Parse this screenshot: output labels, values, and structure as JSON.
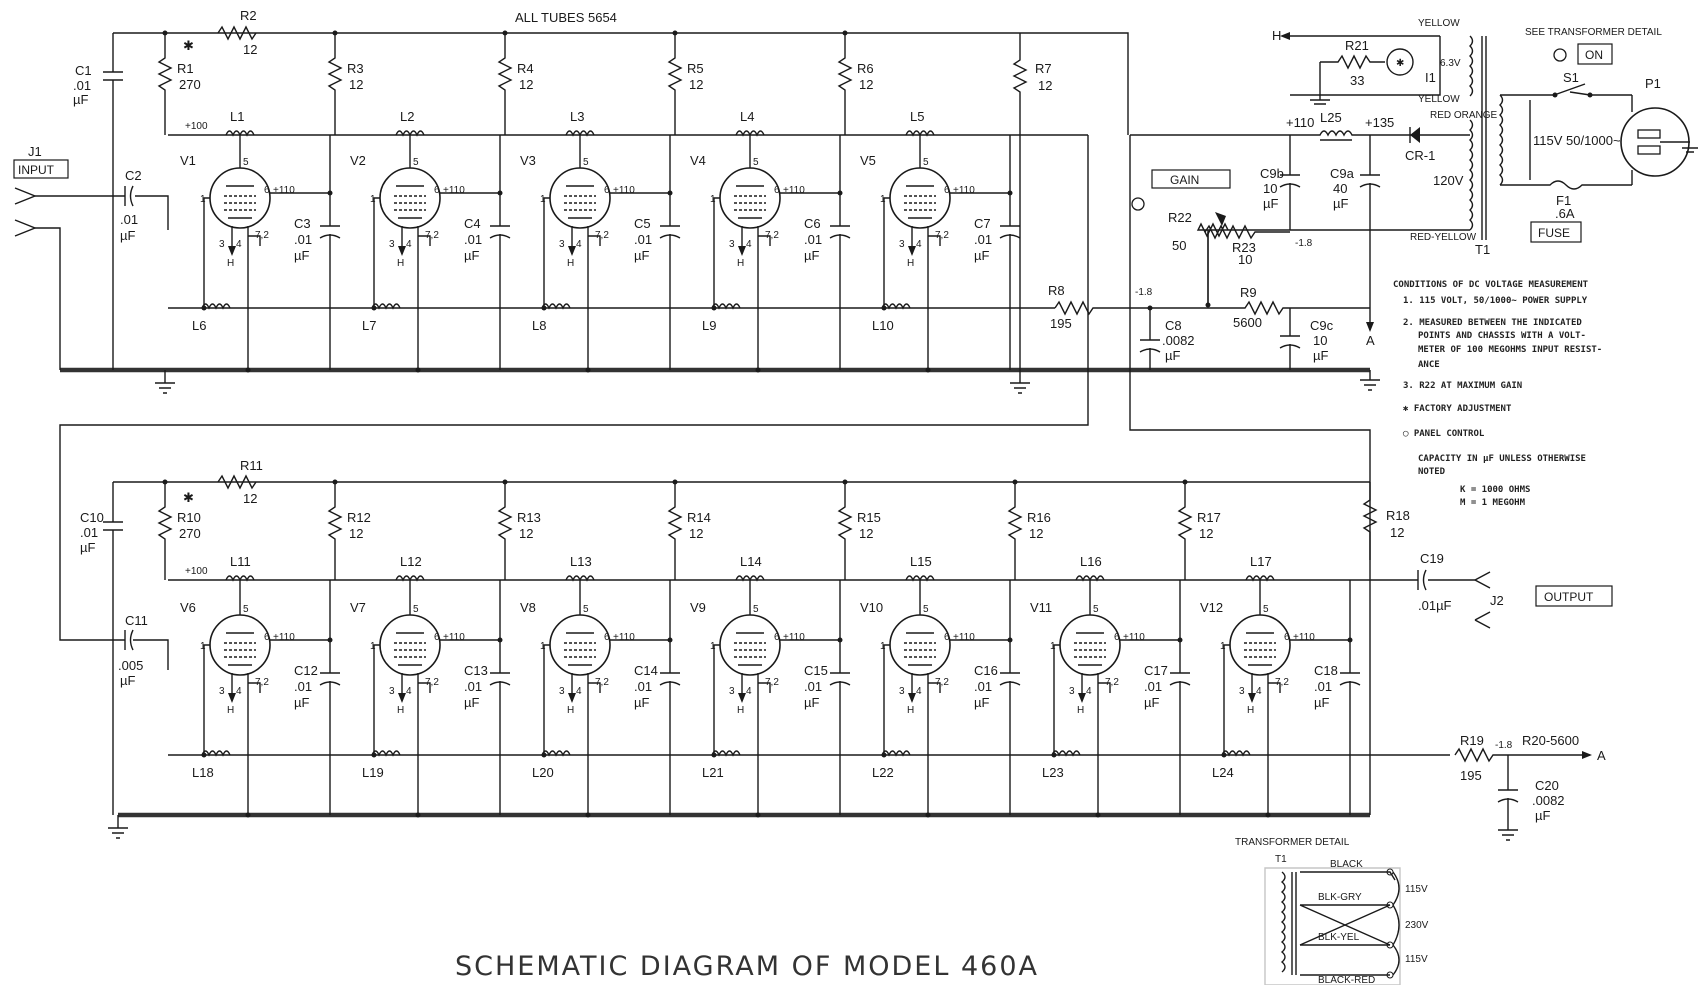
{
  "header": {
    "all_tubes": "ALL TUBES 5654",
    "see_detail": "SEE TRANSFORMER DETAIL",
    "title": "SCHEMATIC  DIAGRAM  OF  MODEL 460A"
  },
  "panel": {
    "input": "INPUT",
    "output": "OUTPUT",
    "gain": "GAIN",
    "on": "ON",
    "fuse": "FUSE"
  },
  "jacks": {
    "j1": "J1",
    "j2": "J2"
  },
  "top_stages": [
    {
      "tube": "V1",
      "plate_r": "R1",
      "plate_v": "270",
      "coil_top": "L1",
      "coil_bot": "L6",
      "cap": "C3",
      "cap_v": ".01",
      "cap_u": "µF"
    },
    {
      "tube": "V2",
      "plate_r": "R3",
      "plate_v": "12",
      "coil_top": "L2",
      "coil_bot": "L7",
      "cap": "C4",
      "cap_v": ".01",
      "cap_u": "µF"
    },
    {
      "tube": "V3",
      "plate_r": "R4",
      "plate_v": "12",
      "coil_top": "L3",
      "coil_bot": "L8",
      "cap": "C5",
      "cap_v": ".01",
      "cap_u": "µF"
    },
    {
      "tube": "V4",
      "plate_r": "R5",
      "plate_v": "12",
      "coil_top": "L4",
      "coil_bot": "L9",
      "cap": "C6",
      "cap_v": ".01",
      "cap_u": "µF"
    },
    {
      "tube": "V5",
      "plate_r": "R6",
      "plate_v": "12",
      "coil_top": "L5",
      "coil_bot": "L10",
      "cap": "C7",
      "cap_v": ".01",
      "cap_u": "µF"
    }
  ],
  "top_extra": {
    "r7": "R7",
    "r7_v": "12",
    "r2": "R2",
    "r2_v": "12",
    "c1": "C1",
    "c1_v": ".01",
    "c1_u": "µF",
    "c2": "C2",
    "c2_v": ".01",
    "c2_u": "µF",
    "r8": "R8",
    "r8_v": "195",
    "c8": "C8",
    "c8_v": ".0082",
    "c8_u": "µF"
  },
  "bottom_stages": [
    {
      "tube": "V6",
      "plate_r": "R10",
      "plate_v": "270",
      "coil_top": "L11",
      "coil_bot": "L18",
      "cap": "C12",
      "cap_v": ".01",
      "cap_u": "µF"
    },
    {
      "tube": "V7",
      "plate_r": "R12",
      "plate_v": "12",
      "coil_top": "L12",
      "coil_bot": "L19",
      "cap": "C13",
      "cap_v": ".01",
      "cap_u": "µF"
    },
    {
      "tube": "V8",
      "plate_r": "R13",
      "plate_v": "12",
      "coil_top": "L13",
      "coil_bot": "L20",
      "cap": "C14",
      "cap_v": ".01",
      "cap_u": "µF"
    },
    {
      "tube": "V9",
      "plate_r": "R14",
      "plate_v": "12",
      "coil_top": "L14",
      "coil_bot": "L21",
      "cap": "C15",
      "cap_v": ".01",
      "cap_u": "µF"
    },
    {
      "tube": "V10",
      "plate_r": "R15",
      "plate_v": "12",
      "coil_top": "L15",
      "coil_bot": "L22",
      "cap": "C16",
      "cap_v": ".01",
      "cap_u": "µF"
    },
    {
      "tube": "V11",
      "plate_r": "R16",
      "plate_v": "12",
      "coil_top": "L16",
      "coil_bot": "L23",
      "cap": "C17",
      "cap_v": ".01",
      "cap_u": "µF"
    },
    {
      "tube": "V12",
      "plate_r": "R17",
      "plate_v": "12",
      "coil_top": "L17",
      "coil_bot": "L24",
      "cap": "C18",
      "cap_v": ".01",
      "cap_u": "µF"
    }
  ],
  "bottom_extra": {
    "r18": "R18",
    "r18_v": "12",
    "r11": "R11",
    "r11_v": "12",
    "c10": "C10",
    "c10_v": ".01",
    "c10_u": "µF",
    "c11": "C11",
    "c11_v": ".005",
    "c11_u": "µF",
    "c19": "C19",
    "c19_v": ".01µF",
    "r19": "R19",
    "r19_v": "195",
    "r20": "R20-5600",
    "c20": "C20",
    "c20_v": ".0082",
    "c20_u": "µF"
  },
  "voltages": {
    "b100": "+100",
    "p110": "+110",
    "p135": "+135",
    "m18": "-1.8",
    "pins_h": "H",
    "pin5": "5",
    "pin6": "6",
    "pin1": "1",
    "pin3": "3",
    "pin4": "4",
    "pin72": "7,2",
    "star": "✱",
    "a": "A"
  },
  "power": {
    "r21": "R21",
    "r21_v": "33",
    "l25": "L25",
    "cr1": "CR-1",
    "i1": "I1",
    "i1_v": "6.3V",
    "yellow": "YELLOW",
    "red_orange": "RED ORANGE",
    "v120": "120V",
    "red_yellow": "RED-YELLOW",
    "t1": "T1",
    "c9a": "C9a",
    "c9a_v": "40",
    "c9b": "C9b",
    "c9b_v": "10",
    "c9c": "C9c",
    "c9c_v": "10",
    "uf": "µF",
    "r22": "R22",
    "r22_v": "50",
    "r23": "R23",
    "r23_v": "10",
    "r9": "R9",
    "r9_v": "5600",
    "s1": "S1",
    "p1": "P1",
    "f1": "F1",
    "f1_v": ".6A",
    "mains": "115V 50/1000~"
  },
  "notes": [
    "CONDITIONS OF DC VOLTAGE MEASUREMENT",
    "1. 115 VOLT, 50/1000~ POWER SUPPLY",
    "2. MEASURED BETWEEN THE INDICATED",
    "POINTS AND CHASSIS WITH A VOLT-",
    "METER OF 100 MEGOHMS INPUT RESIST-",
    "ANCE",
    "3. R22 AT MAXIMUM GAIN",
    "✱ FACTORY ADJUSTMENT",
    "◯ PANEL CONTROL",
    "CAPACITY IN µF UNLESS OTHERWISE",
    "NOTED",
    "K = 1000 OHMS",
    "M = 1 MEGOHM"
  ],
  "transformer_detail": {
    "title": "TRANSFORMER DETAIL",
    "t1": "T1",
    "black": "BLACK",
    "blk_gry": "BLK-GRY",
    "blk_yel": "BLK-YEL",
    "black_red": "BLACK-RED",
    "v115a": "115V",
    "v230": "230V",
    "v115b": "115V"
  }
}
